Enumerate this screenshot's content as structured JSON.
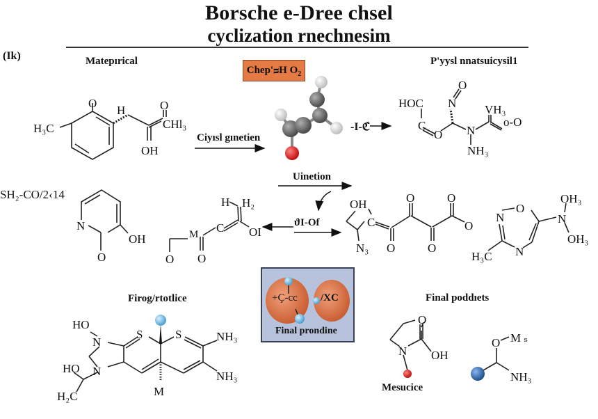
{
  "title": {
    "line1": "Borsche e-Dree chsel",
    "line2": "cyclization rnechnesim"
  },
  "panel_id": "(Ik)",
  "sections": {
    "starting": "Matepırical",
    "product_top": "P'yysl nnatsuicysil1",
    "intermediate": "Firog/rtotlice",
    "final_products": "Final poddıets"
  },
  "reagent_box": {
    "text": "Chep'ᴝH O",
    "sub": "2"
  },
  "arrows": {
    "arrow1": "Ciyısl gınetien",
    "arrow2": "-I-ℭ",
    "arrow3": "Uinetion",
    "arrow4": "ϑI-Of"
  },
  "side_label": "SH₂-CO/2‹14",
  "final_panel": {
    "sphere1": "+Ç-cc",
    "sphere2": "/XC",
    "caption": "Final prondine"
  },
  "final_product_label": "Mesucice",
  "atoms": {
    "O": "O",
    "OH": "OH",
    "H": "H",
    "H3C": "H₃C",
    "CH3": "CHl₃",
    "HOC": "HOC",
    "C": "C",
    "N": "N",
    "NH3": "NH₃",
    "VH3": "VH₃",
    "H2": "H₂",
    "OI": "OI",
    "N3": "N₃",
    "OH3": "OH₃",
    "S": "S",
    "HO": "HO",
    "H2C": "H₂C",
    "M": "M",
    "Ms": "M ₛ"
  },
  "colors": {
    "reagent_box": "#e57a45",
    "panel_bg": "#b7c3dc",
    "oxygen_ball": "#d91f1f",
    "carbon_ball": "#6b6b6b",
    "hydrogen_ball": "#e6e6e6",
    "blue_ball": "#2f6db5",
    "light_blue_ball": "#7ec2e8",
    "orange_sphere": "#e07a4f"
  }
}
